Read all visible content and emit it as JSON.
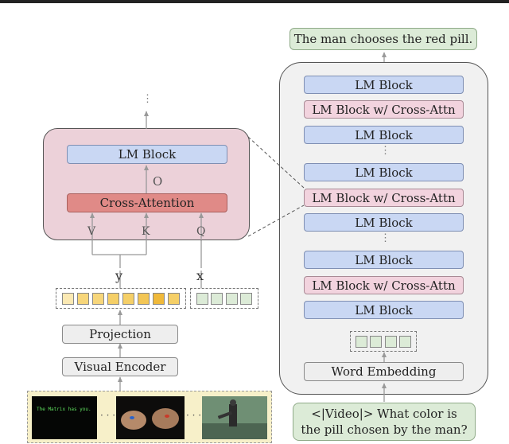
{
  "left": {
    "top_ellipsis": "⋮",
    "lm_block": "LM Block",
    "o_label": "O",
    "cross_attention": "Cross-Attention",
    "v_label": "V",
    "k_label": "K",
    "q_label": "Q",
    "y_label": "y",
    "x_label": "x",
    "projection": "Projection",
    "visual_encoder": "Visual Encoder",
    "frame1_text": "The Matrix has you.",
    "frame_dots": "· · ·"
  },
  "right": {
    "output": "The man chooses the red pill.",
    "blocks": [
      "LM Block",
      "LM Block w/ Cross-Attn",
      "LM Block",
      "⋮",
      "LM Block",
      "LM Block w/ Cross-Attn",
      "LM Block",
      "⋮",
      "LM Block",
      "LM Block w/ Cross-Attn",
      "LM Block"
    ],
    "word_embedding": "Word Embedding",
    "input_line1": "<|Video|> What color is",
    "input_line2": "the pill chosen by the man?"
  },
  "colors": {
    "lm_block": "#c9d7f3",
    "lm_cross": "#f2d3de",
    "cross_attention": "#e08a87",
    "pink_panel": "#ecd1d9",
    "yellow_token": "#f7d67a",
    "yellow_token_dark": "#f0b93a",
    "green_token": "#dcebd7"
  }
}
